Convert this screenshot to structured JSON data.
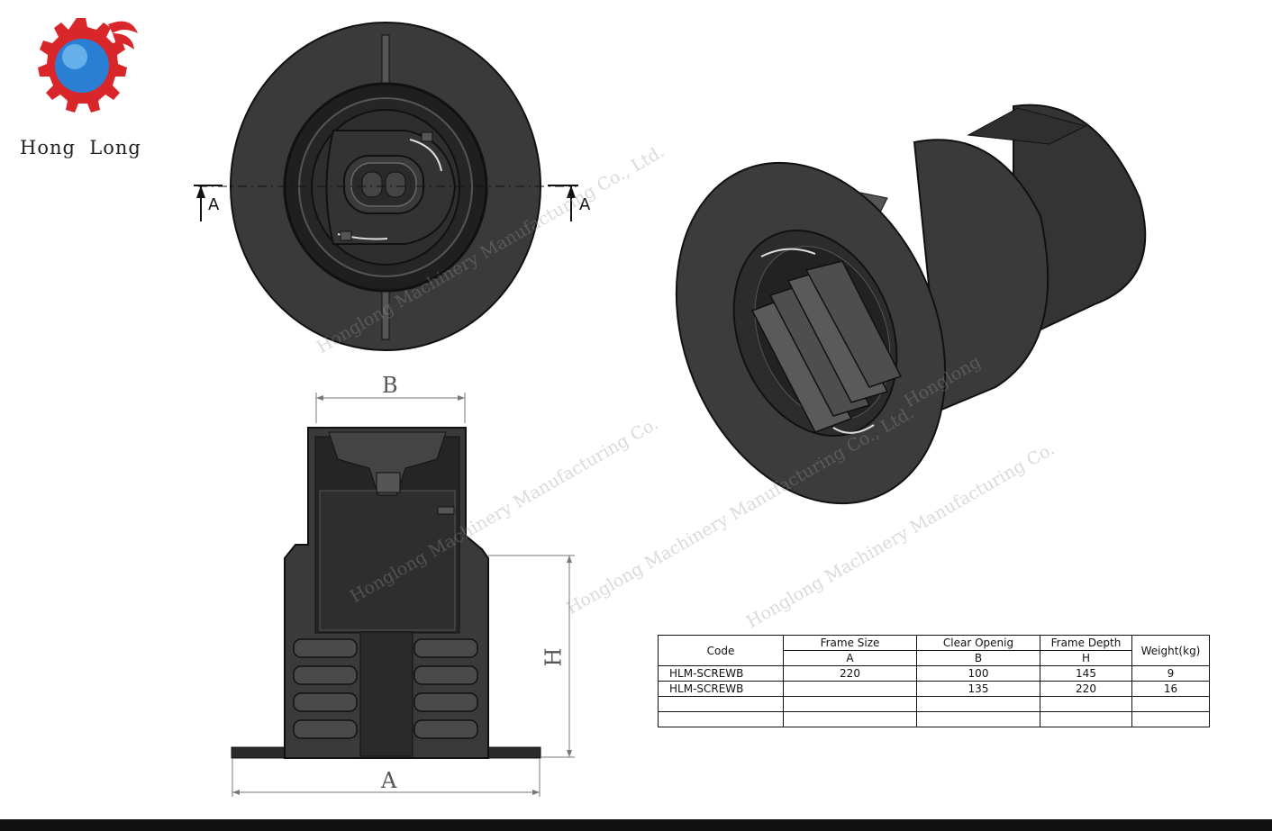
{
  "brand": {
    "name": "Hong  Long"
  },
  "section": {
    "mark_left": "A",
    "mark_right": "A"
  },
  "dimensions": {
    "b": "B",
    "h": "H",
    "a": "A"
  },
  "watermark": {
    "text1": "Honglong Machinery Manufacturing Co., Ltd.",
    "text2": "Honglong Machinery Manufacturing Co.",
    "text3": "Honglong"
  },
  "table": {
    "headers": {
      "code": "Code",
      "frame_size": "Frame Size",
      "frame_size_sub": "A",
      "clear_opening": "Clear Openig",
      "clear_opening_sub": "B",
      "frame_depth": "Frame Depth",
      "frame_depth_sub": "H",
      "weight": "Weight(kg)"
    },
    "rows": [
      {
        "code": "HLM-SCREWB",
        "a": "220",
        "b": "100",
        "h": "145",
        "weight": "9"
      },
      {
        "code": "HLM-SCREWB",
        "a": "",
        "b": "135",
        "h": "220",
        "weight": "16"
      },
      {
        "code": "",
        "a": "",
        "b": "",
        "h": "",
        "weight": ""
      },
      {
        "code": "",
        "a": "",
        "b": "",
        "h": "",
        "weight": ""
      }
    ]
  }
}
